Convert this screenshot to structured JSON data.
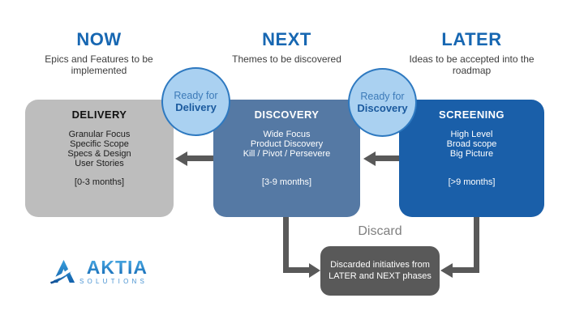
{
  "phases": [
    {
      "header": "NOW",
      "subtitle_line1": "Epics and Features to be",
      "subtitle_line2": "implemented",
      "box": {
        "title": "DELIVERY",
        "items": [
          "Granular Focus",
          "Specific Scope",
          "Specs & Design",
          "User Stories"
        ],
        "timeframe": "[0-3 months]",
        "bg_color": "#bdbdbd"
      }
    },
    {
      "header": "NEXT",
      "subtitle_line1": "Themes to be discovered",
      "subtitle_line2": "",
      "box": {
        "title": "DISCOVERY",
        "items": [
          "Wide Focus",
          "Product Discovery",
          "Kill / Pivot / Persevere"
        ],
        "timeframe": "[3-9 months]",
        "bg_color": "#5579a4"
      }
    },
    {
      "header": "LATER",
      "subtitle_line1": "Ideas to be accepted into the",
      "subtitle_line2": "roadmap",
      "box": {
        "title": "SCREENING",
        "items": [
          "High Level",
          "Broad scope",
          "Big Picture"
        ],
        "timeframe": "[>9 months]",
        "bg_color": "#1a5fa9"
      }
    }
  ],
  "badges": [
    {
      "line1": "Ready for",
      "line2": "Delivery"
    },
    {
      "line1": "Ready for",
      "line2": "Discovery"
    }
  ],
  "discard": {
    "label": "Discard",
    "line1": "Discarded initiatives from",
    "line2": "LATER and NEXT phases"
  },
  "logo": {
    "brand": "AKTIA",
    "tagline": "SOLUTIONS"
  },
  "colors": {
    "header_blue": "#1767b2",
    "delivery_bg": "#bdbdbd",
    "discovery_bg": "#5579a4",
    "screening_bg": "#1a5fa9",
    "badge_fill": "#aad1f1",
    "badge_border": "#2e79c0",
    "badge_text": "#3c7ab8",
    "badge_text_bold": "#1b5a9e",
    "arrow_gray": "#595959",
    "discard_box_bg": "#595959",
    "discard_label_gray": "#7f7f7f",
    "body_text": "#3d3d3d"
  }
}
